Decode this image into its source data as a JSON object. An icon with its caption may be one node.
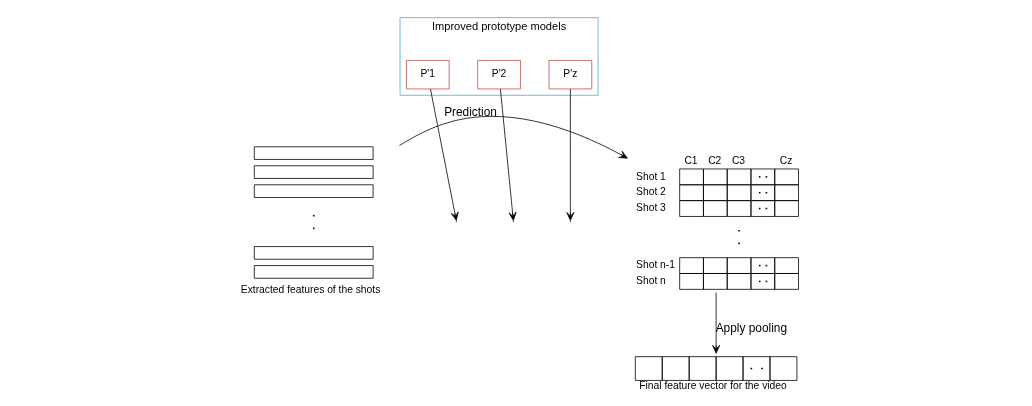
{
  "diagram": {
    "nodes": [
      {
        "text": [
          "Extracted features of the shots"
        ]
      },
      {
        "text": [
          "Improved prototype models"
        ]
      },
      {
        "text": [
          "P'1"
        ],
        "in": 1
      },
      {
        "text": [
          "P'2"
        ],
        "in": 1
      },
      {
        "text": [
          "P'z"
        ],
        "in": 1
      },
      {
        "text": [
          "C1",
          "C2",
          "C3",
          "Cz",
          "Shot 1",
          "Shot 2",
          "Shot 3",
          "Shot n-1",
          "Shot n"
        ]
      },
      {
        "text": [
          "Final feature vector for the video"
        ]
      }
    ],
    "edges": [
      {
        "from": 0,
        "to": 5,
        "arrow": "to",
        "label": "Prediction"
      },
      {
        "from": 2,
        "to": null,
        "arrow": "to"
      },
      {
        "from": 3,
        "to": null,
        "arrow": "to"
      },
      {
        "from": 4,
        "to": null,
        "arrow": "to"
      },
      {
        "from": 5,
        "to": 6,
        "arrow": "to",
        "label": "Apply pooling"
      }
    ]
  }
}
